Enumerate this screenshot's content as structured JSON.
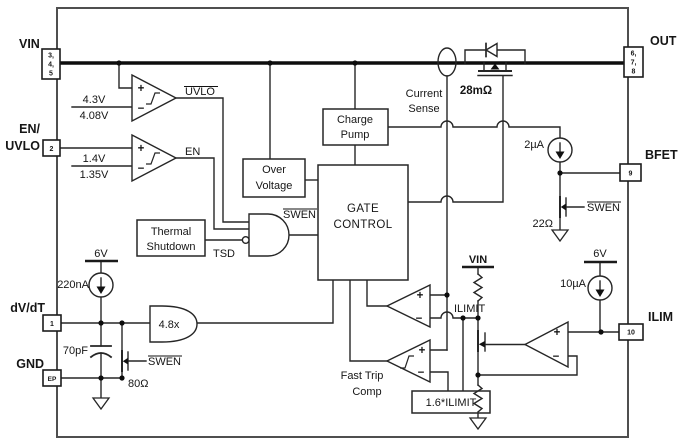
{
  "pins": {
    "vin": {
      "label": "VIN",
      "numbers": [
        "3,",
        "4,",
        "5"
      ]
    },
    "en_uvlo": {
      "label1": "EN/",
      "label2": "UVLO",
      "number": "2"
    },
    "out": {
      "label": "OUT",
      "numbers": [
        "6,",
        "7,",
        "8"
      ]
    },
    "bfet": {
      "label": "BFET",
      "number": "9"
    },
    "ilim": {
      "label": "ILIM",
      "number": "10"
    },
    "dvdt": {
      "label": "dV/dT",
      "number": "1"
    },
    "gnd": {
      "label": "GND",
      "number": "EP"
    }
  },
  "blocks": {
    "charge_pump": {
      "line1": "Charge",
      "line2": "Pump"
    },
    "over_voltage": {
      "line1": "Over",
      "line2": "Voltage"
    },
    "gate_control": {
      "line1": "GATE",
      "line2": "CONTROL"
    },
    "thermal_shutdown": {
      "line1": "Thermal",
      "line2": "Shutdown"
    },
    "fast_trip_ref": "1.6*ILIMIT"
  },
  "comparators": {
    "plus": "+",
    "minus": "−",
    "uvlo_rise": "4.3V",
    "uvlo_fall": "4.08V",
    "en_rise": "1.4V",
    "en_fall": "1.35V"
  },
  "signals": {
    "uvlo": "UVLO",
    "en": "EN",
    "swen": "SWEN",
    "tsd": "TSD",
    "ilimit": "ILIMIT"
  },
  "labels": {
    "current1": "Current",
    "current2": "Sense",
    "fet_r": "28mΩ",
    "i_bfet": "2µA",
    "r_bfet": "22Ω",
    "v6_left": "6V",
    "v6_right": "6V",
    "i_dvdt": "220nA",
    "c_dvdt": "70pF",
    "r_dvdt": "80Ω",
    "gain": "4.8x",
    "fast1": "Fast Trip",
    "fast2": "Comp",
    "vin_rail": "VIN",
    "i_ilim": "10µA"
  }
}
